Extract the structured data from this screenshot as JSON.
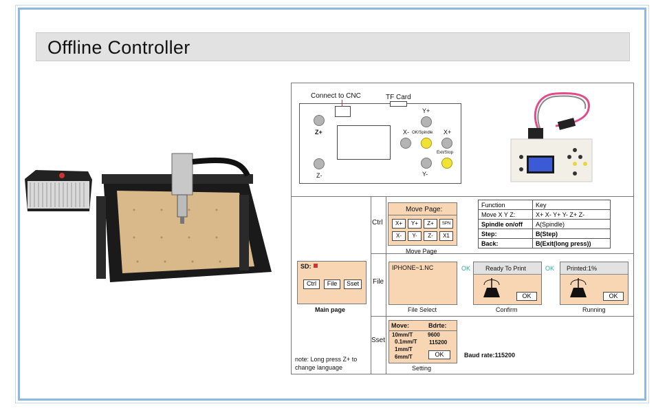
{
  "header": {
    "title": "Offline Controller"
  },
  "controller": {
    "connect_label": "Connect to CNC",
    "tf_label": "TF Card",
    "zplus": "Z+",
    "zminus": "Z-",
    "xminus": "X-",
    "xplus": "X+",
    "yplus": "Y+",
    "yminus": "Y-",
    "ok_spindle": "OK/Spindle",
    "exit_stop": "Exit/Stop"
  },
  "rows": {
    "ctrl": "Ctrl",
    "file": "File",
    "sset": "Sset"
  },
  "move_page": {
    "header": "Move Page:",
    "keys_row1": [
      "X+",
      "Y+",
      "Z+",
      "SPN"
    ],
    "keys_row2": [
      "X-",
      "Y-",
      "Z-",
      "X1"
    ],
    "caption": "Move Page"
  },
  "function_table": {
    "rows": [
      [
        "Function",
        "Key"
      ],
      [
        "Move X Y Z:",
        "X+  X-  Y+  Y-  Z+  Z-"
      ],
      [
        "Spindle on/off",
        "A(Spindle)"
      ],
      [
        "Step:",
        "B(Step)"
      ],
      [
        "Back:",
        "B(Exit(long press))"
      ]
    ]
  },
  "main_page": {
    "sd": "SD:",
    "buttons": [
      "Ctrl",
      "File",
      "Sset"
    ],
    "caption": "Main page"
  },
  "file_select": {
    "filename": "IPHONE~1.NC",
    "caption": "File Select",
    "ok1": "OK",
    "ok2": "OK"
  },
  "confirm": {
    "header": "Ready To Print",
    "ok": "OK",
    "caption": "Confirm"
  },
  "running": {
    "header": "Printed:1%",
    "ok": "OK",
    "caption": "Running"
  },
  "setting": {
    "move": "Move:",
    "bdrte": "Bdrte:",
    "steps": [
      "10mm/T",
      "0.1mm/T",
      "1mm/T",
      "6mm/T"
    ],
    "bauds": [
      "9600",
      "115200"
    ],
    "ok": "OK",
    "caption": "Setting",
    "baud_note": "Baud rate:115200"
  },
  "note": "note: Long press Z+ to change language"
}
